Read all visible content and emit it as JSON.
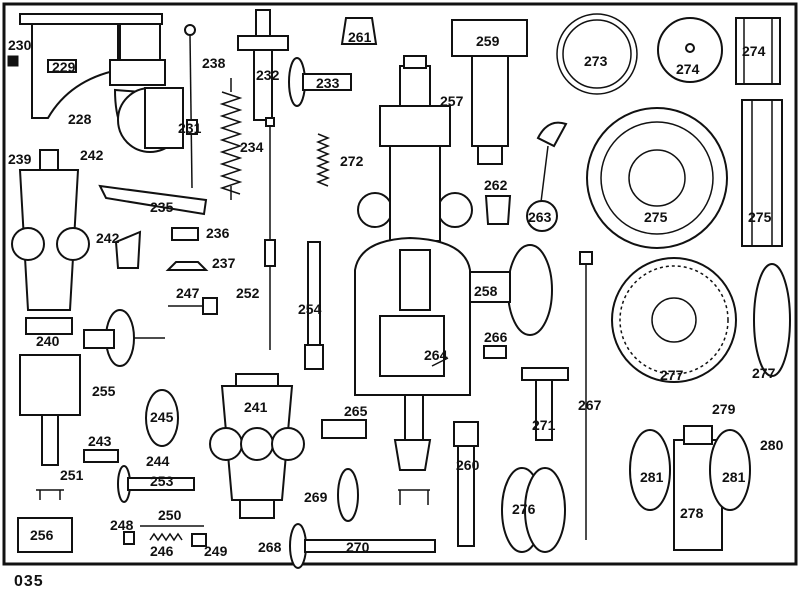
{
  "page_code": "035",
  "labels": {
    "p228": "228",
    "p229": "229",
    "p230": "230",
    "p231": "231",
    "p232": "232",
    "p233": "233",
    "p234": "234",
    "p235": "235",
    "p236": "236",
    "p237": "237",
    "p238": "238",
    "p239": "239",
    "p240": "240",
    "p241": "241",
    "p242a": "242",
    "p242b": "242",
    "p243": "243",
    "p244": "244",
    "p245": "245",
    "p246": "246",
    "p247": "247",
    "p248": "248",
    "p249": "249",
    "p250": "250",
    "p251": "251",
    "p252": "252",
    "p253": "253",
    "p254": "254",
    "p255": "255",
    "p256": "256",
    "p257": "257",
    "p258": "258",
    "p259": "259",
    "p260": "260",
    "p261": "261",
    "p262": "262",
    "p263": "263",
    "p264": "264",
    "p265": "265",
    "p266": "266",
    "p267": "267",
    "p268": "268",
    "p269": "269",
    "p270": "270",
    "p271": "271",
    "p273": "273",
    "p272": "272",
    "p274a": "274",
    "p274b": "274",
    "p275a": "275",
    "p275b": "275",
    "p276": "276",
    "p277a": "277",
    "p277b": "277",
    "p278": "278",
    "p279": "279",
    "p280": "280",
    "p281a": "281",
    "p281b": "281"
  }
}
